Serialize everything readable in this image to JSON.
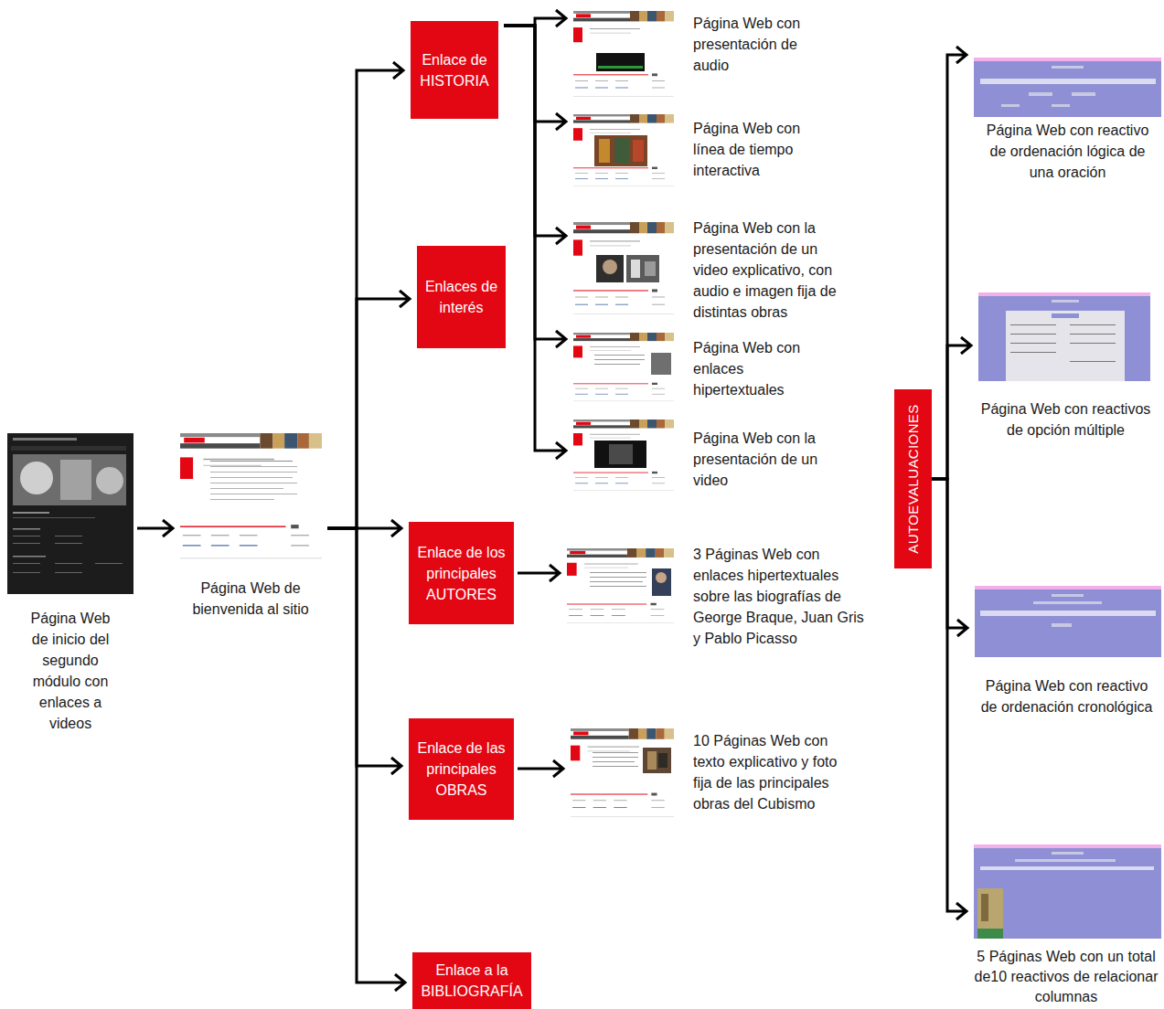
{
  "diagram": {
    "nodes": [
      {
        "text": [
          "Página Web de inicio del segundo módulo con enlaces a videos"
        ]
      },
      {
        "text": [
          "Página Web de bienvenida al sitio"
        ]
      },
      {
        "text": [
          "Enlace de HISTORIA"
        ]
      },
      {
        "text": [
          "Enlaces de interés"
        ]
      },
      {
        "text": [
          "Enlace de los principales AUTORES"
        ]
      },
      {
        "text": [
          "Enlace de las principales OBRAS"
        ]
      },
      {
        "text": [
          "Enlace a la BIBLIOGRAFÍA"
        ]
      },
      {
        "text": [
          "Página Web con presentación de audio"
        ]
      },
      {
        "text": [
          "Página Web con línea de tiempo interactiva"
        ]
      },
      {
        "text": [
          "Página Web con la presentación de un video explicativo, con audio e imagen fija de distintas obras"
        ]
      },
      {
        "text": [
          "Página Web con enlaces hipertextuales"
        ]
      },
      {
        "text": [
          "Página Web con la presentación de un video"
        ]
      },
      {
        "text": [
          "3 Páginas Web con enlaces hipertextuales sobre las biografías de George Braque, Juan Gris y Pablo Picasso"
        ]
      },
      {
        "text": [
          "10 Páginas Web con texto explicativo y foto fija de las principales obras del Cubismo"
        ]
      },
      {
        "text": [
          "AUTOEVALUACIONES"
        ]
      },
      {
        "text": [
          "Página Web con reactivo de ordenación lógica de una oración"
        ]
      },
      {
        "text": [
          "Página Web con reactivos de opción múltiple"
        ]
      },
      {
        "text": [
          "Página Web con reactivo de ordenación cronológica"
        ]
      },
      {
        "text": [
          "5 Páginas Web con un total de10 reactivos de relacionar columnas"
        ]
      }
    ],
    "edges": [
      {
        "from": 0,
        "to": 1,
        "arrow": "to"
      },
      {
        "from": 1,
        "to": 2,
        "arrow": "to"
      },
      {
        "from": 1,
        "to": 3,
        "arrow": "to"
      },
      {
        "from": 1,
        "to": 4,
        "arrow": "to"
      },
      {
        "from": 1,
        "to": 5,
        "arrow": "to"
      },
      {
        "from": 1,
        "to": 6,
        "arrow": "to"
      },
      {
        "from": 2,
        "to": 7,
        "arrow": "to"
      },
      {
        "from": 2,
        "to": 8,
        "arrow": "to"
      },
      {
        "from": 2,
        "to": 9,
        "arrow": "to"
      },
      {
        "from": 2,
        "to": 10,
        "arrow": "to"
      },
      {
        "from": 2,
        "to": 11,
        "arrow": "to"
      },
      {
        "from": 4,
        "to": 12,
        "arrow": "to"
      },
      {
        "from": 5,
        "to": 13,
        "arrow": "to"
      },
      {
        "from": 14,
        "to": 15,
        "arrow": "to"
      },
      {
        "from": 14,
        "to": 16,
        "arrow": "to"
      },
      {
        "from": 14,
        "to": 17,
        "arrow": "to"
      },
      {
        "from": 14,
        "to": 18,
        "arrow": "to"
      }
    ]
  }
}
